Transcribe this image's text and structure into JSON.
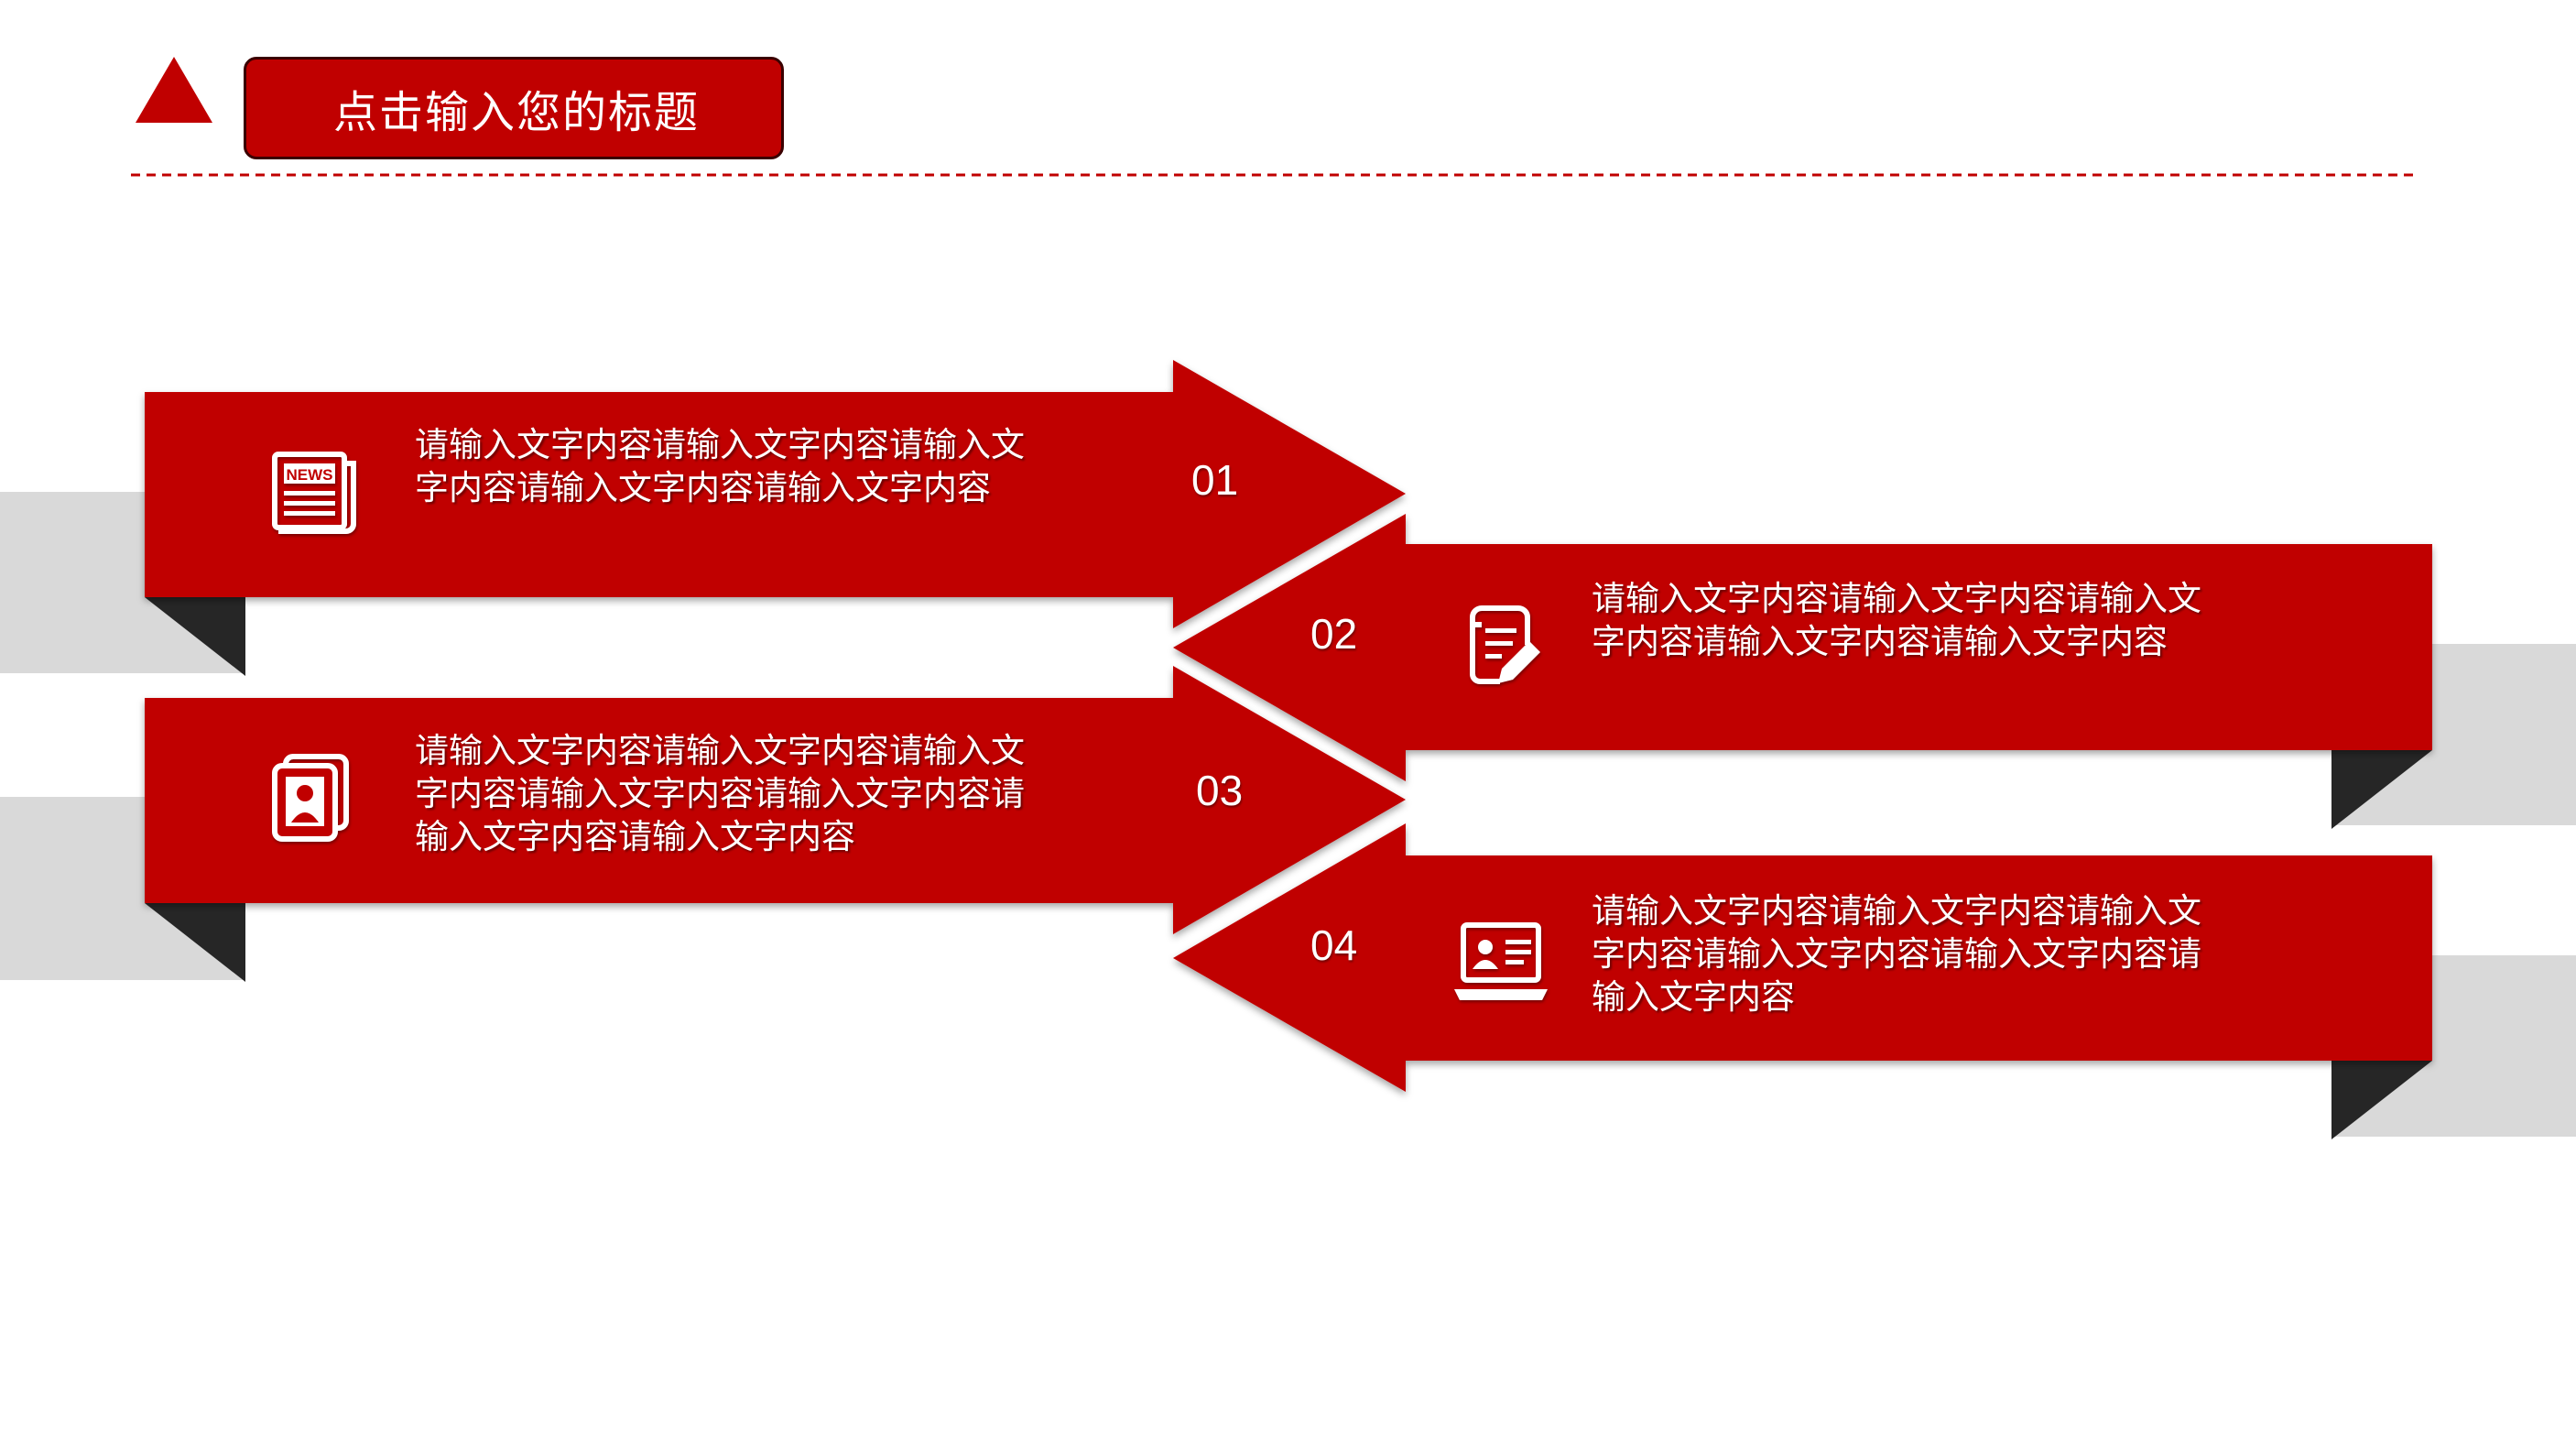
{
  "title": "点击输入您的标题",
  "colors": {
    "accent": "#c00000",
    "fold": "#262626",
    "backdrop": "#d9d9d9",
    "divider": "#c00000"
  },
  "steps": [
    {
      "number": "01",
      "icon": "newspaper-icon",
      "lines": [
        "请输入文字内容请输入文字内容请输入文",
        "字内容请输入文字内容请输入文字内容"
      ]
    },
    {
      "number": "02",
      "icon": "document-edit-icon",
      "lines": [
        "请输入文字内容请输入文字内容请输入文",
        "字内容请输入文字内容请输入文字内容"
      ]
    },
    {
      "number": "03",
      "icon": "profile-cards-icon",
      "lines": [
        "请输入文字内容请输入文字内容请输入文",
        "字内容请输入文字内容请输入文字内容请",
        "输入文字内容请输入文字内容"
      ]
    },
    {
      "number": "04",
      "icon": "laptop-profile-icon",
      "lines": [
        "请输入文字内容请输入文字内容请输入文",
        "字内容请输入文字内容请输入文字内容请",
        "输入文字内容"
      ]
    }
  ]
}
